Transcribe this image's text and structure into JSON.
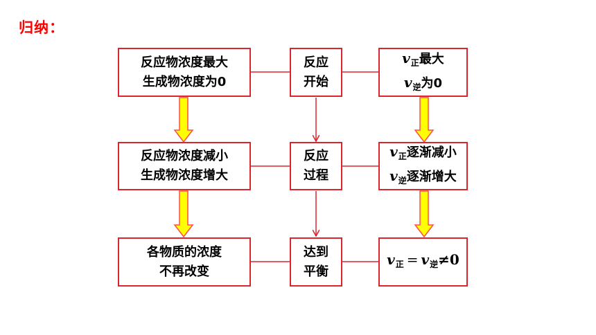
{
  "heading": "归纳：",
  "colors": {
    "heading": "#ff0000",
    "box_border": "#d9262c",
    "connector": "#d9262c",
    "block_arrow_fill": "#ffff00",
    "block_arrow_stroke": "#ff4b4b"
  },
  "row1": {
    "left": {
      "line1": "反应物浓度最大",
      "line2": "生成物浓度为0"
    },
    "mid": {
      "line1": "反应",
      "line2": "开始"
    },
    "right": {
      "line1": {
        "v": "v",
        "sub": "正",
        "text": "最大"
      },
      "line2": {
        "v": "v",
        "sub": "逆",
        "text": "为0"
      }
    }
  },
  "row2": {
    "left": {
      "line1": "反应物浓度减小",
      "line2": "生成物浓度增大"
    },
    "mid": {
      "line1": "反应",
      "line2": "过程"
    },
    "right": {
      "line1": {
        "v": "v",
        "sub": "正",
        "text": "逐渐减小"
      },
      "line2": {
        "v": "v",
        "sub": "逆",
        "text": "逐渐增大"
      }
    }
  },
  "row3": {
    "left": {
      "line1": "各物质的浓度",
      "line2": "不再改变"
    },
    "mid": {
      "line1": "达到",
      "line2": "平衡"
    },
    "right": {
      "v1": "v",
      "sub1": "正",
      "eq": "=",
      "v2": "v",
      "sub2": "逆",
      "neq": "≠0"
    }
  }
}
